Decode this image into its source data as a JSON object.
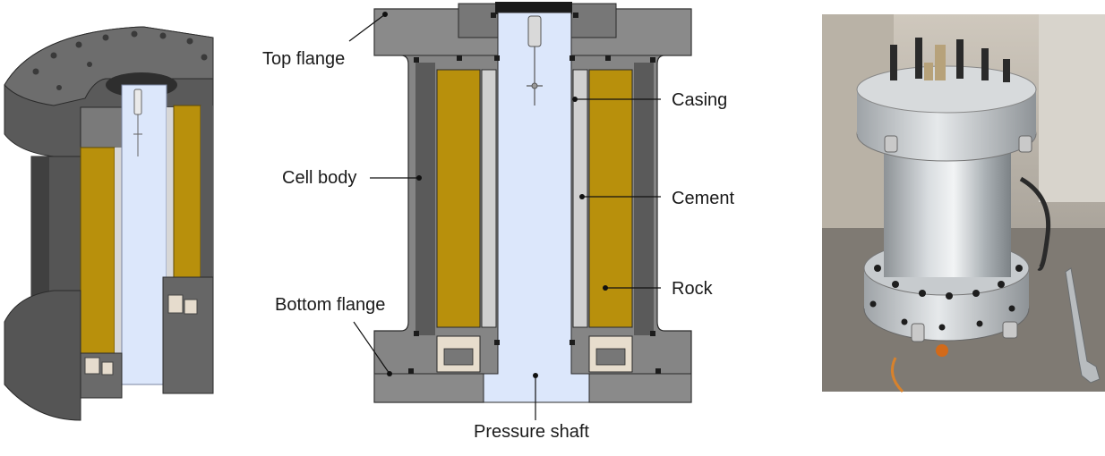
{
  "labels": {
    "top_flange": "Top flange",
    "cell_body": "Cell body",
    "bottom_flange": "Bottom flange",
    "pressure_shaft": "Pressure shaft",
    "casing": "Casing",
    "cement": "Cement",
    "rock": "Rock"
  },
  "colors": {
    "steel_dark": "#6f6f6f",
    "steel_mid": "#8c8c8c",
    "steel_light": "#a9a9a9",
    "rock": "#b8900c",
    "cement": "#cfcfcf",
    "shaft": "#dce7fb",
    "outline": "#2b2b2b"
  },
  "panels": [
    {
      "name": "cutaway-3d-render"
    },
    {
      "name": "cross-section-diagram"
    },
    {
      "name": "photograph"
    }
  ]
}
